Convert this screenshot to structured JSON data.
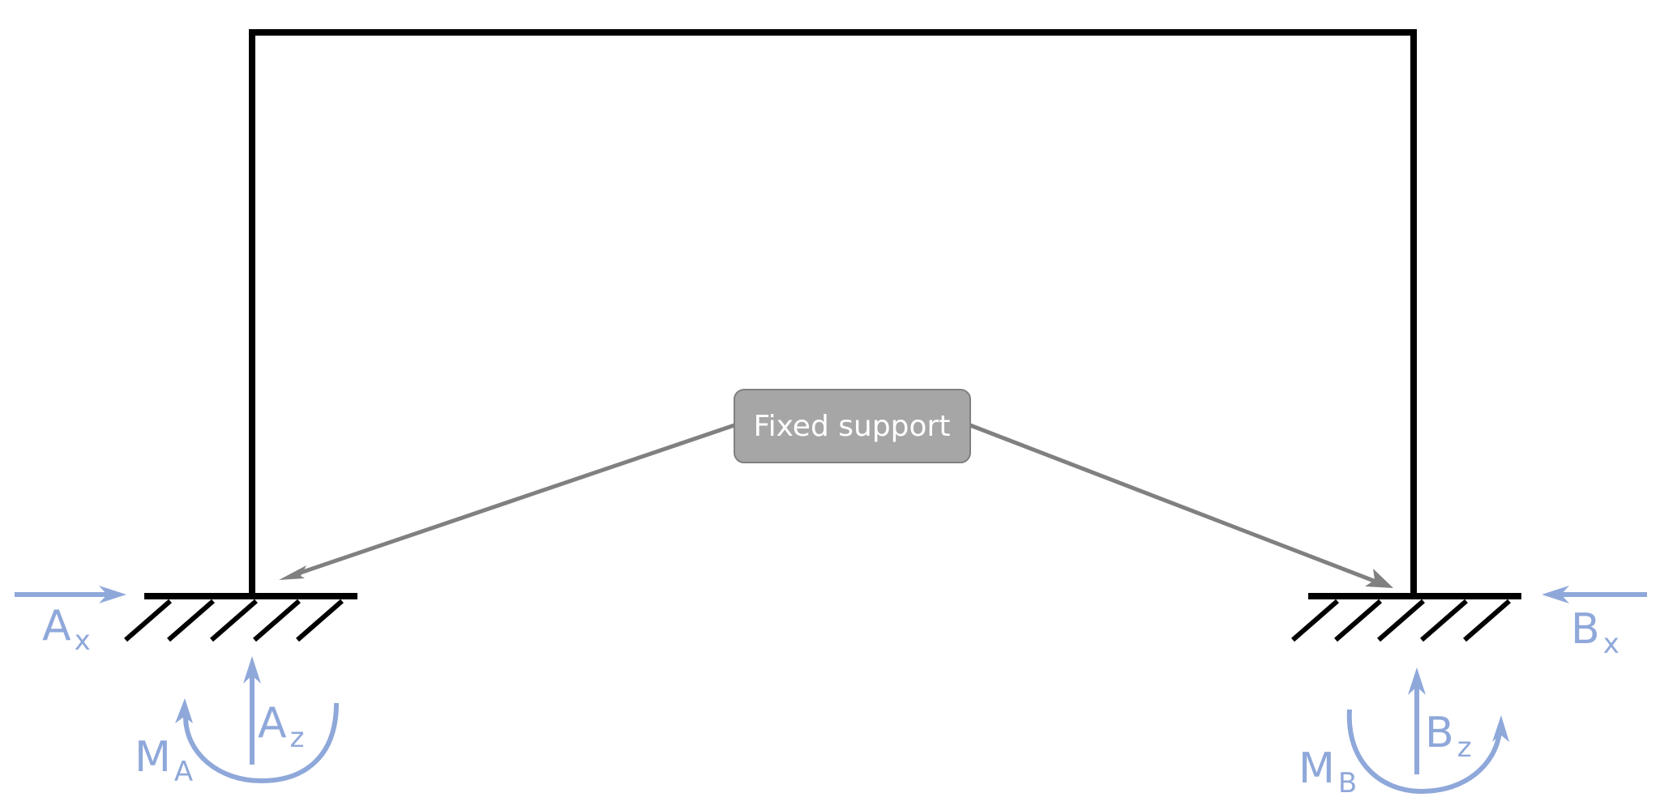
{
  "callout": {
    "text": "Fixed support"
  },
  "reactions": {
    "A": {
      "horizontal": {
        "main": "A",
        "sub": "x"
      },
      "vertical": {
        "main": "A",
        "sub": "z"
      },
      "moment": {
        "main": "M",
        "sub": "A"
      }
    },
    "B": {
      "horizontal": {
        "main": "B",
        "sub": "x"
      },
      "vertical": {
        "main": "B",
        "sub": "z"
      },
      "moment": {
        "main": "M",
        "sub": "B"
      }
    }
  },
  "colors": {
    "frame": "#000000",
    "reaction": "#8fa8da",
    "callout": "#a6a6a6",
    "callout_text": "#ffffff"
  }
}
